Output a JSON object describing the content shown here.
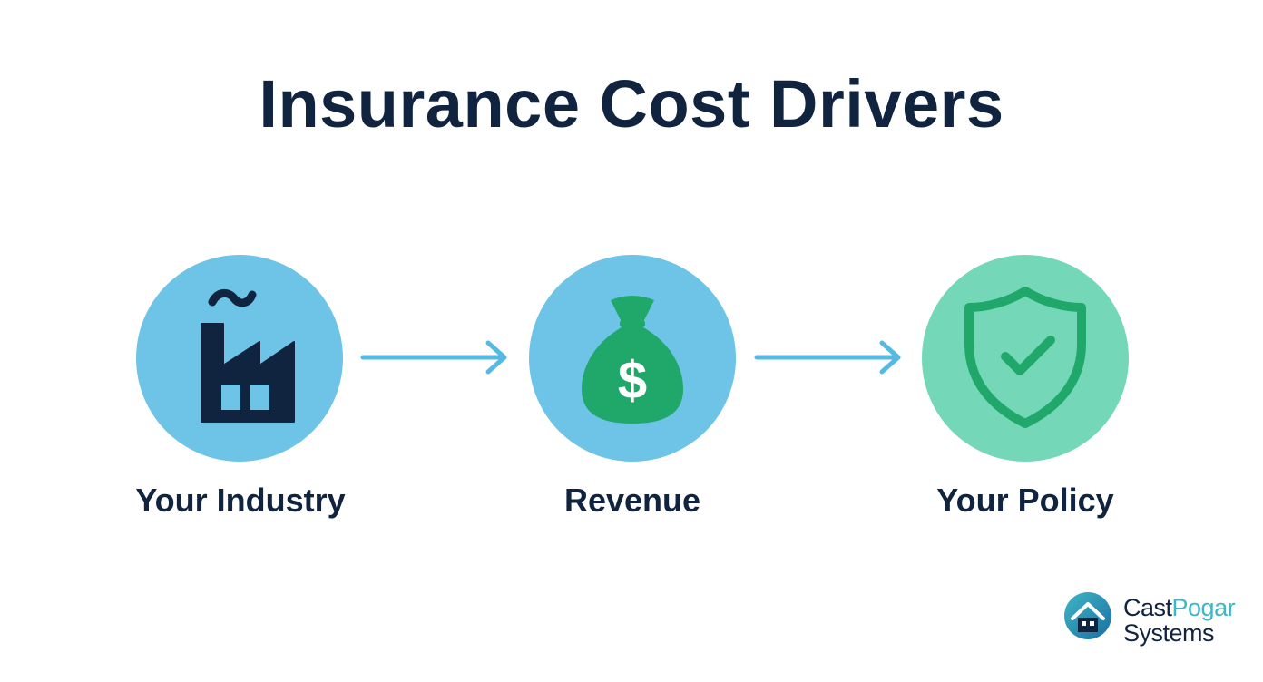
{
  "title": "Insurance Cost Drivers",
  "colors": {
    "navy": "#10233f",
    "blue_circle": "#6ec4e6",
    "green_circle": "#74d8b8",
    "green_icon": "#1fa86a",
    "arrow": "#55b9e2"
  },
  "nodes": [
    {
      "label": "Your Industry",
      "icon": "factory-icon"
    },
    {
      "label": "Revenue",
      "icon": "money-bag-icon"
    },
    {
      "label": "Your Policy",
      "icon": "shield-check-icon"
    }
  ],
  "logo": {
    "line1_part1": "Cast",
    "line1_part2": "Pogar",
    "line2": "Systems"
  }
}
